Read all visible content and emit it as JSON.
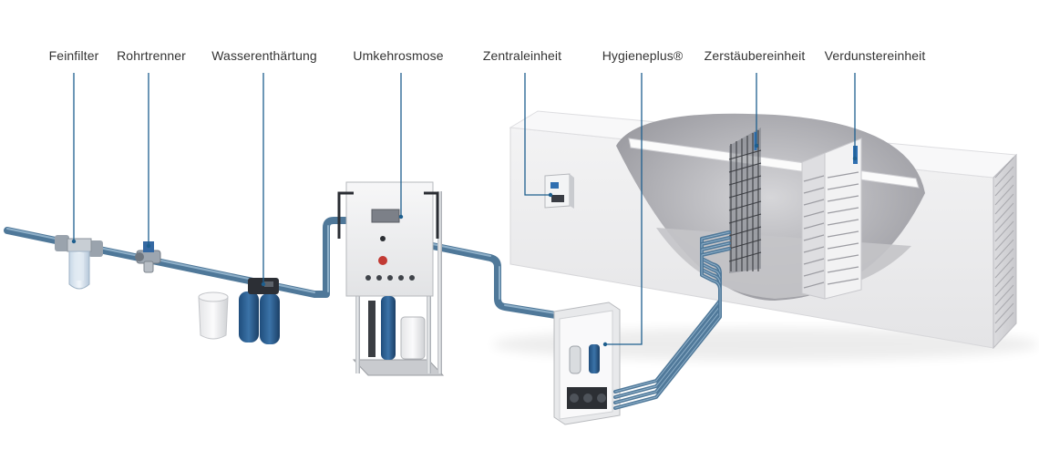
{
  "colors": {
    "pipe": "#4f7899",
    "pipe_highlight": "#8fb0c9",
    "leader_line": "#1e5f8e",
    "accent_blue": "#2f6fb0",
    "housing": "#ececee",
    "label_text": "#333333"
  },
  "labels": [
    {
      "id": "feinfilter",
      "text": "Feinfilter"
    },
    {
      "id": "rohrtrenner",
      "text": "Rohrtrenner"
    },
    {
      "id": "wasserenthaertung",
      "text": "Wasserenthärtung"
    },
    {
      "id": "umkehrosmose",
      "text": "Umkehrosmose"
    },
    {
      "id": "zentraleinheit",
      "text": "Zentraleinheit"
    },
    {
      "id": "hygieneplus",
      "text": "Hygieneplus®"
    },
    {
      "id": "zerstaeubereinheit",
      "text": "Zerstäubereinheit"
    },
    {
      "id": "verdunstereinheit",
      "text": "Verdunstereinheit"
    }
  ]
}
